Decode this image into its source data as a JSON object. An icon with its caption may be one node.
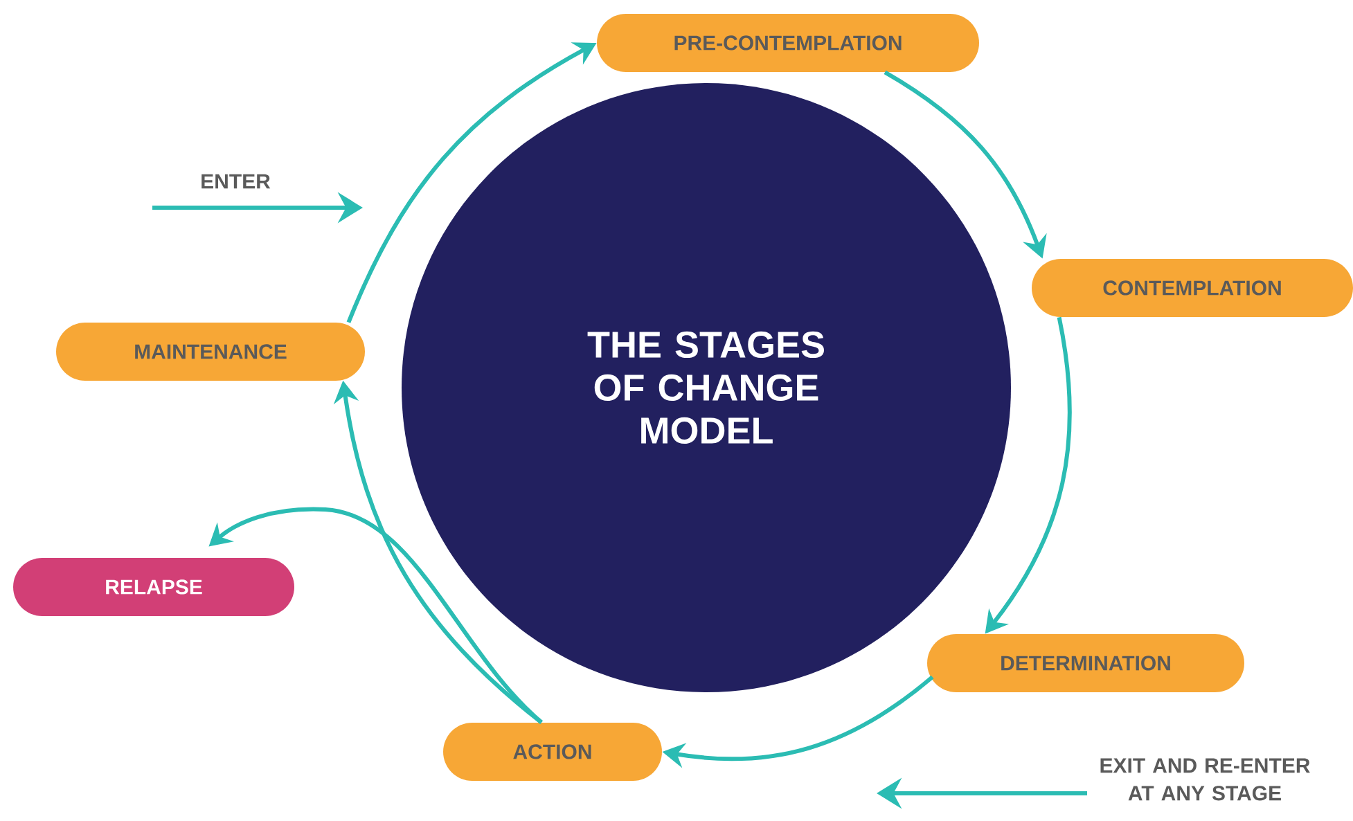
{
  "diagram": {
    "nodes": [
      {
        "text": [
          "THE STAGES OF CHANGE MODEL"
        ]
      },
      {
        "text": [
          "PRE-CONTEMPLATION"
        ]
      },
      {
        "text": [
          "CONTEMPLATION"
        ]
      },
      {
        "text": [
          "DETERMINATION"
        ]
      },
      {
        "text": [
          "ACTION"
        ]
      },
      {
        "text": [
          "MAINTENANCE"
        ]
      },
      {
        "text": [
          "RELAPSE"
        ]
      }
    ],
    "edges": [
      {
        "from": 1,
        "to": 2,
        "arrow": "to"
      },
      {
        "from": 2,
        "to": 3,
        "arrow": "to"
      },
      {
        "from": 3,
        "to": 4,
        "arrow": "to"
      },
      {
        "from": 4,
        "to": 5,
        "arrow": "to"
      },
      {
        "from": 5,
        "to": 1,
        "arrow": "to"
      },
      {
        "from": 4,
        "to": 6,
        "arrow": "to"
      }
    ],
    "labels": [
      "ENTER",
      "EXIT AND RE-ENTER AT ANY STAGE"
    ]
  }
}
